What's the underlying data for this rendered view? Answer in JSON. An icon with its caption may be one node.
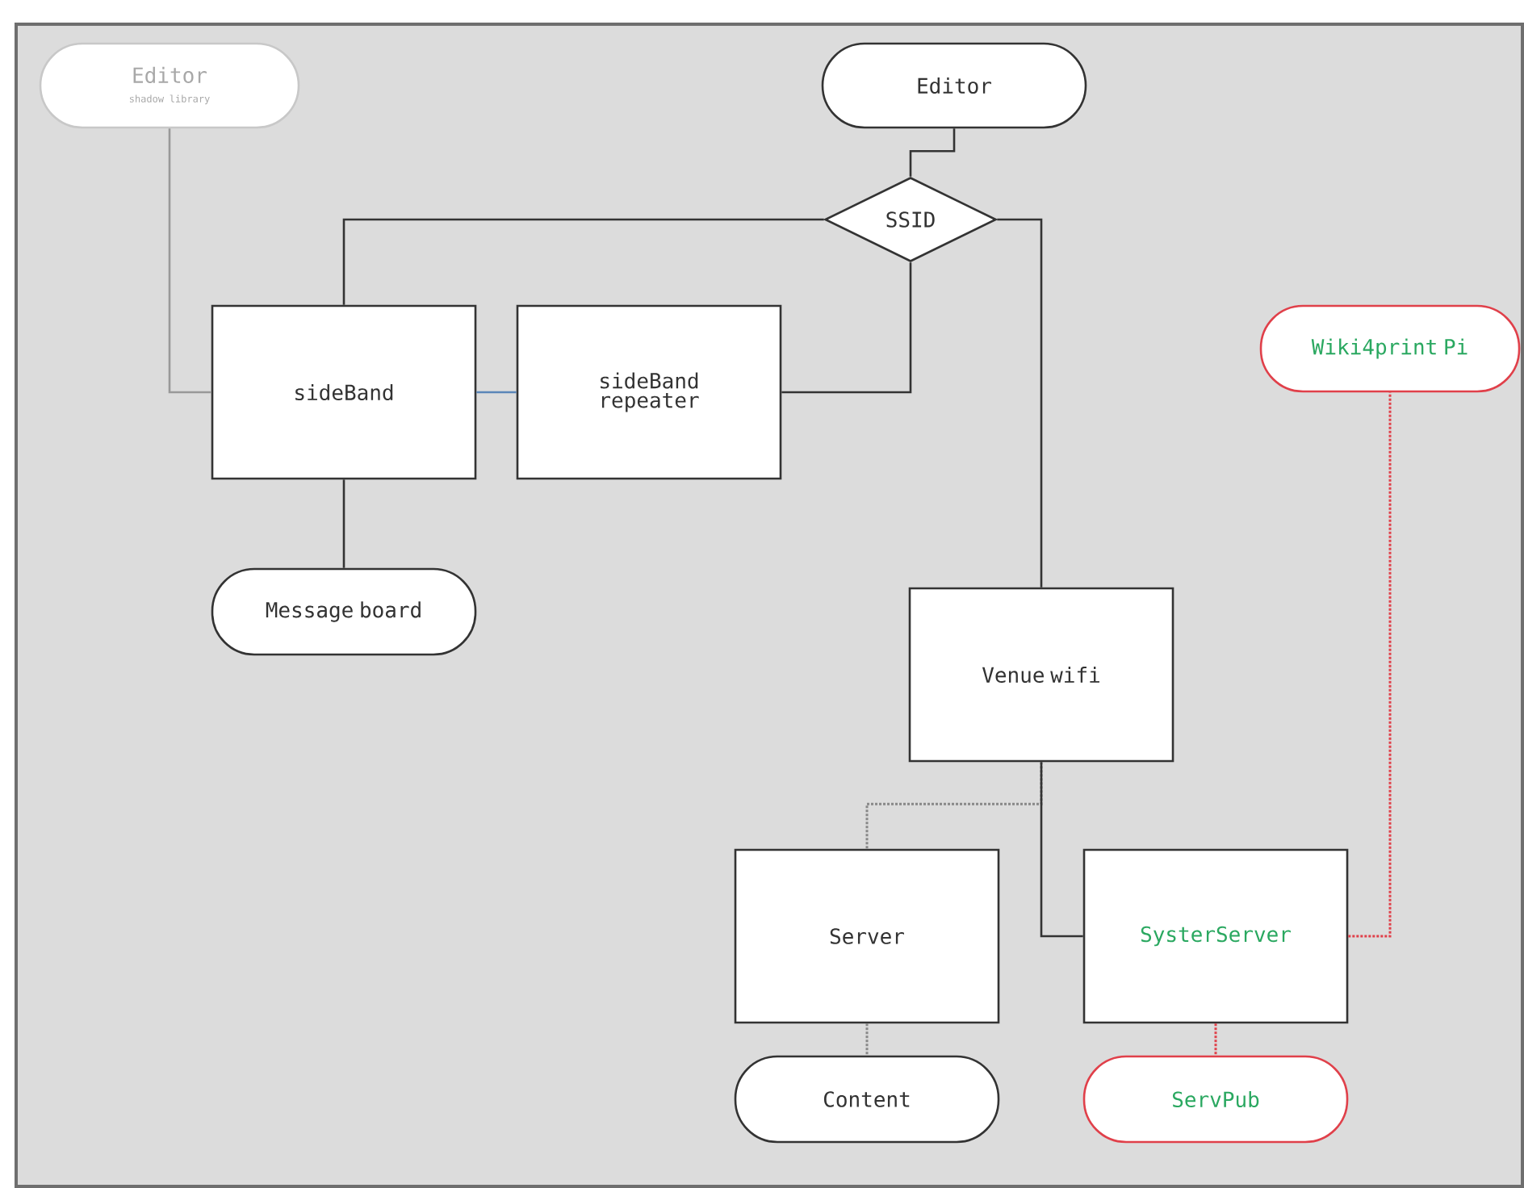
{
  "diagram": {
    "nodes": [
      {
        "text": [
          "Editor",
          "shadow library"
        ]
      },
      {
        "text": [
          "Editor"
        ]
      },
      {
        "text": [
          "SSID"
        ]
      },
      {
        "text": [
          "sideBand"
        ]
      },
      {
        "text": [
          "sideBand repeater"
        ]
      },
      {
        "text": [
          "Wiki4print Pi"
        ]
      },
      {
        "text": [
          "Message board"
        ]
      },
      {
        "text": [
          "Venue wifi"
        ]
      },
      {
        "text": [
          "Server"
        ]
      },
      {
        "text": [
          "SysterServer"
        ]
      },
      {
        "text": [
          "Content"
        ]
      },
      {
        "text": [
          "ServPub"
        ]
      }
    ],
    "edges": [
      {
        "from": 1,
        "to": 2,
        "arrow": "none"
      },
      {
        "from": 2,
        "to": 3,
        "arrow": "none"
      },
      {
        "from": 2,
        "to": 4,
        "arrow": "none"
      },
      {
        "from": 2,
        "to": 7,
        "arrow": "none"
      },
      {
        "from": 0,
        "to": 3,
        "arrow": "none",
        "color": "#999999"
      },
      {
        "from": 3,
        "to": 4,
        "arrow": "none",
        "color": "#5b86b8"
      },
      {
        "from": 3,
        "to": 6,
        "arrow": "none"
      },
      {
        "from": 7,
        "to": 8,
        "arrow": "none",
        "style": "dashed",
        "color": "#888888"
      },
      {
        "from": 7,
        "to": 9,
        "arrow": "none"
      },
      {
        "from": 8,
        "to": 10,
        "arrow": "none",
        "style": "dashed",
        "color": "#888888"
      },
      {
        "from": 9,
        "to": 5,
        "arrow": "none",
        "style": "dashed",
        "color": "#e0404a"
      },
      {
        "from": 9,
        "to": 11,
        "arrow": "none",
        "style": "dashed",
        "color": "#e0404a"
      }
    ]
  }
}
